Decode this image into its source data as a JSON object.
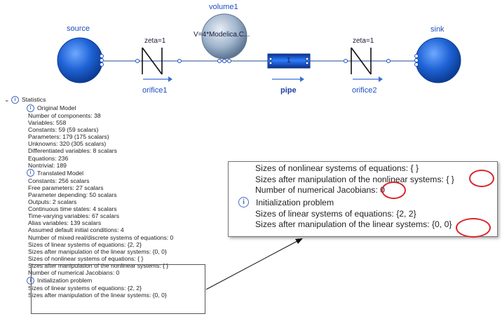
{
  "diagram": {
    "source_label": "source",
    "volume_label": "volume1",
    "volume_param": "V=4*Modelica.C...",
    "orifice1_param": "zeta=1",
    "orifice1_label": "orifice1",
    "pipe_label": "pipe",
    "pipe_number": "1",
    "orifice2_param": "zeta=1",
    "orifice2_label": "orifice2",
    "sink_label": "sink"
  },
  "tree": {
    "root": "Statistics",
    "original": {
      "title": "Original Model",
      "lines": [
        "Number of components: 38",
        "Variables: 558",
        "Constants: 59 (59 scalars)",
        "Parameters: 179 (175 scalars)",
        "Unknowns: 320 (305 scalars)",
        "Differentiated variables: 8 scalars",
        "Equations: 236",
        "Nontrivial: 189"
      ]
    },
    "translated": {
      "title": "Translated Model",
      "lines": [
        "Constants: 256 scalars",
        "Free parameters: 27 scalars",
        "Parameter depending: 50 scalars",
        "Outputs: 2 scalars",
        "Continuous time states: 4 scalars",
        "Time-varying variables: 67 scalars",
        "Alias variables: 139 scalars",
        "Assumed default initial conditions: 4",
        "Number of mixed real/discrete systems of equations: 0",
        "Sizes of linear systems of equations: {2, 2}",
        "Sizes after manipulation of the linear systems: {0, 0}",
        "Sizes of nonlinear systems of equations: { }",
        "Sizes after manipulation of the nonlinear systems: { }",
        "Number of numerical Jacobians: 0"
      ]
    },
    "init": {
      "title": "Initialization problem",
      "lines": [
        "Sizes of linear systems of equations: {2, 2}",
        "Sizes after manipulation of the linear systems: {0, 0}"
      ]
    }
  },
  "zoom": {
    "line1": "Sizes of nonlinear systems of equations: { }",
    "line2": "Sizes after manipulation of the nonlinear systems: { }",
    "line3": "Number of numerical Jacobians: 0",
    "init_title": "Initialization problem",
    "line4": "Sizes of linear systems of equations: {2, 2}",
    "line5": "Sizes after manipulation of the linear systems: {0, 0}"
  }
}
